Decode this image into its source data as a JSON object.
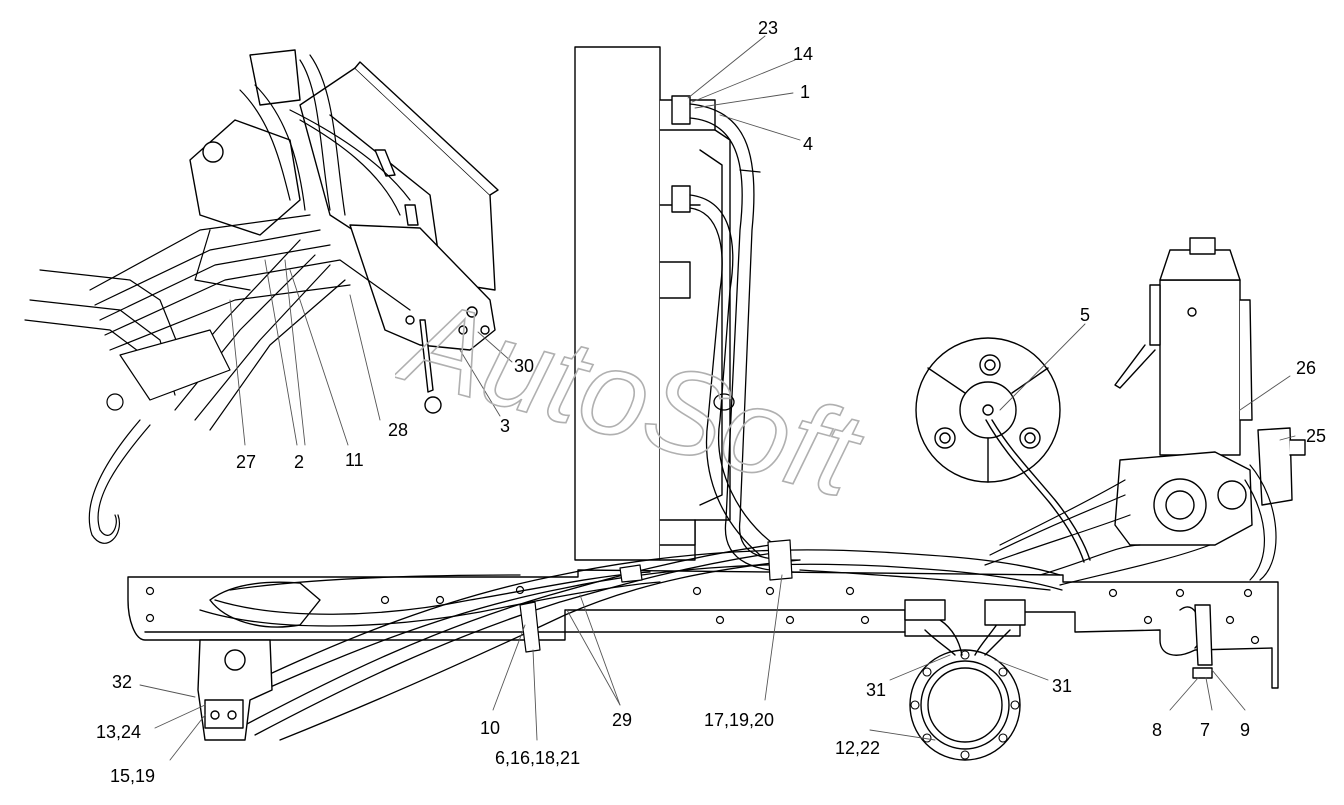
{
  "watermark": "AutoSoft",
  "callouts": {
    "c23": "23",
    "c14": "14",
    "c1": "1",
    "c4": "4",
    "c5": "5",
    "c26": "26",
    "c25": "25",
    "c30": "30",
    "c3": "3",
    "c28": "28",
    "c11": "11",
    "c2": "2",
    "c27": "27",
    "c32": "32",
    "c13_24": "13,24",
    "c15_19": "15,19",
    "c10": "10",
    "c6_16_18_21": "6,16,18,21",
    "c29": "29",
    "c17_19_20": "17,19,20",
    "c31a": "31",
    "c31b": "31",
    "c12_22": "12,22",
    "c8": "8",
    "c7": "7",
    "c9": "9"
  },
  "colors": {
    "line": "#000000",
    "leader": "#555555",
    "watermark": "#b0b0b0",
    "fill": "#ffffff"
  }
}
